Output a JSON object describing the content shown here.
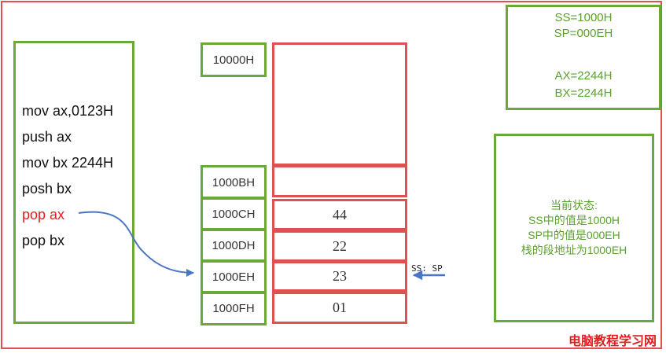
{
  "code": {
    "lines": [
      "mov ax,0123H",
      "push ax",
      "mov bx 2244H",
      "posh bx",
      "pop ax",
      "pop bx"
    ],
    "highlight_color": "#e02020"
  },
  "stack": {
    "top_address": "10000H",
    "rows": [
      {
        "address": "1000BH",
        "value": ""
      },
      {
        "address": "1000CH",
        "value": "44"
      },
      {
        "address": "1000DH",
        "value": "22"
      },
      {
        "address": "1000EH",
        "value": "23"
      },
      {
        "address": "1000FH",
        "value": "01"
      }
    ],
    "pointer_label": "SS: SP"
  },
  "registers": {
    "lines": [
      "SS=1000H",
      "SP=000EH",
      "AX=2244H",
      "BX=2244H"
    ]
  },
  "state": {
    "lines": [
      "当前状态:",
      "SS中的值是1000H",
      "SP中的值是000EH",
      "栈的段地址为1000EH"
    ]
  },
  "watermark": "电脑教程学习网",
  "colors": {
    "green_border": "#6aa83a",
    "red_border": "#e05050",
    "arrow_blue": "#4a74c4",
    "text_green": "#5aa02c"
  }
}
